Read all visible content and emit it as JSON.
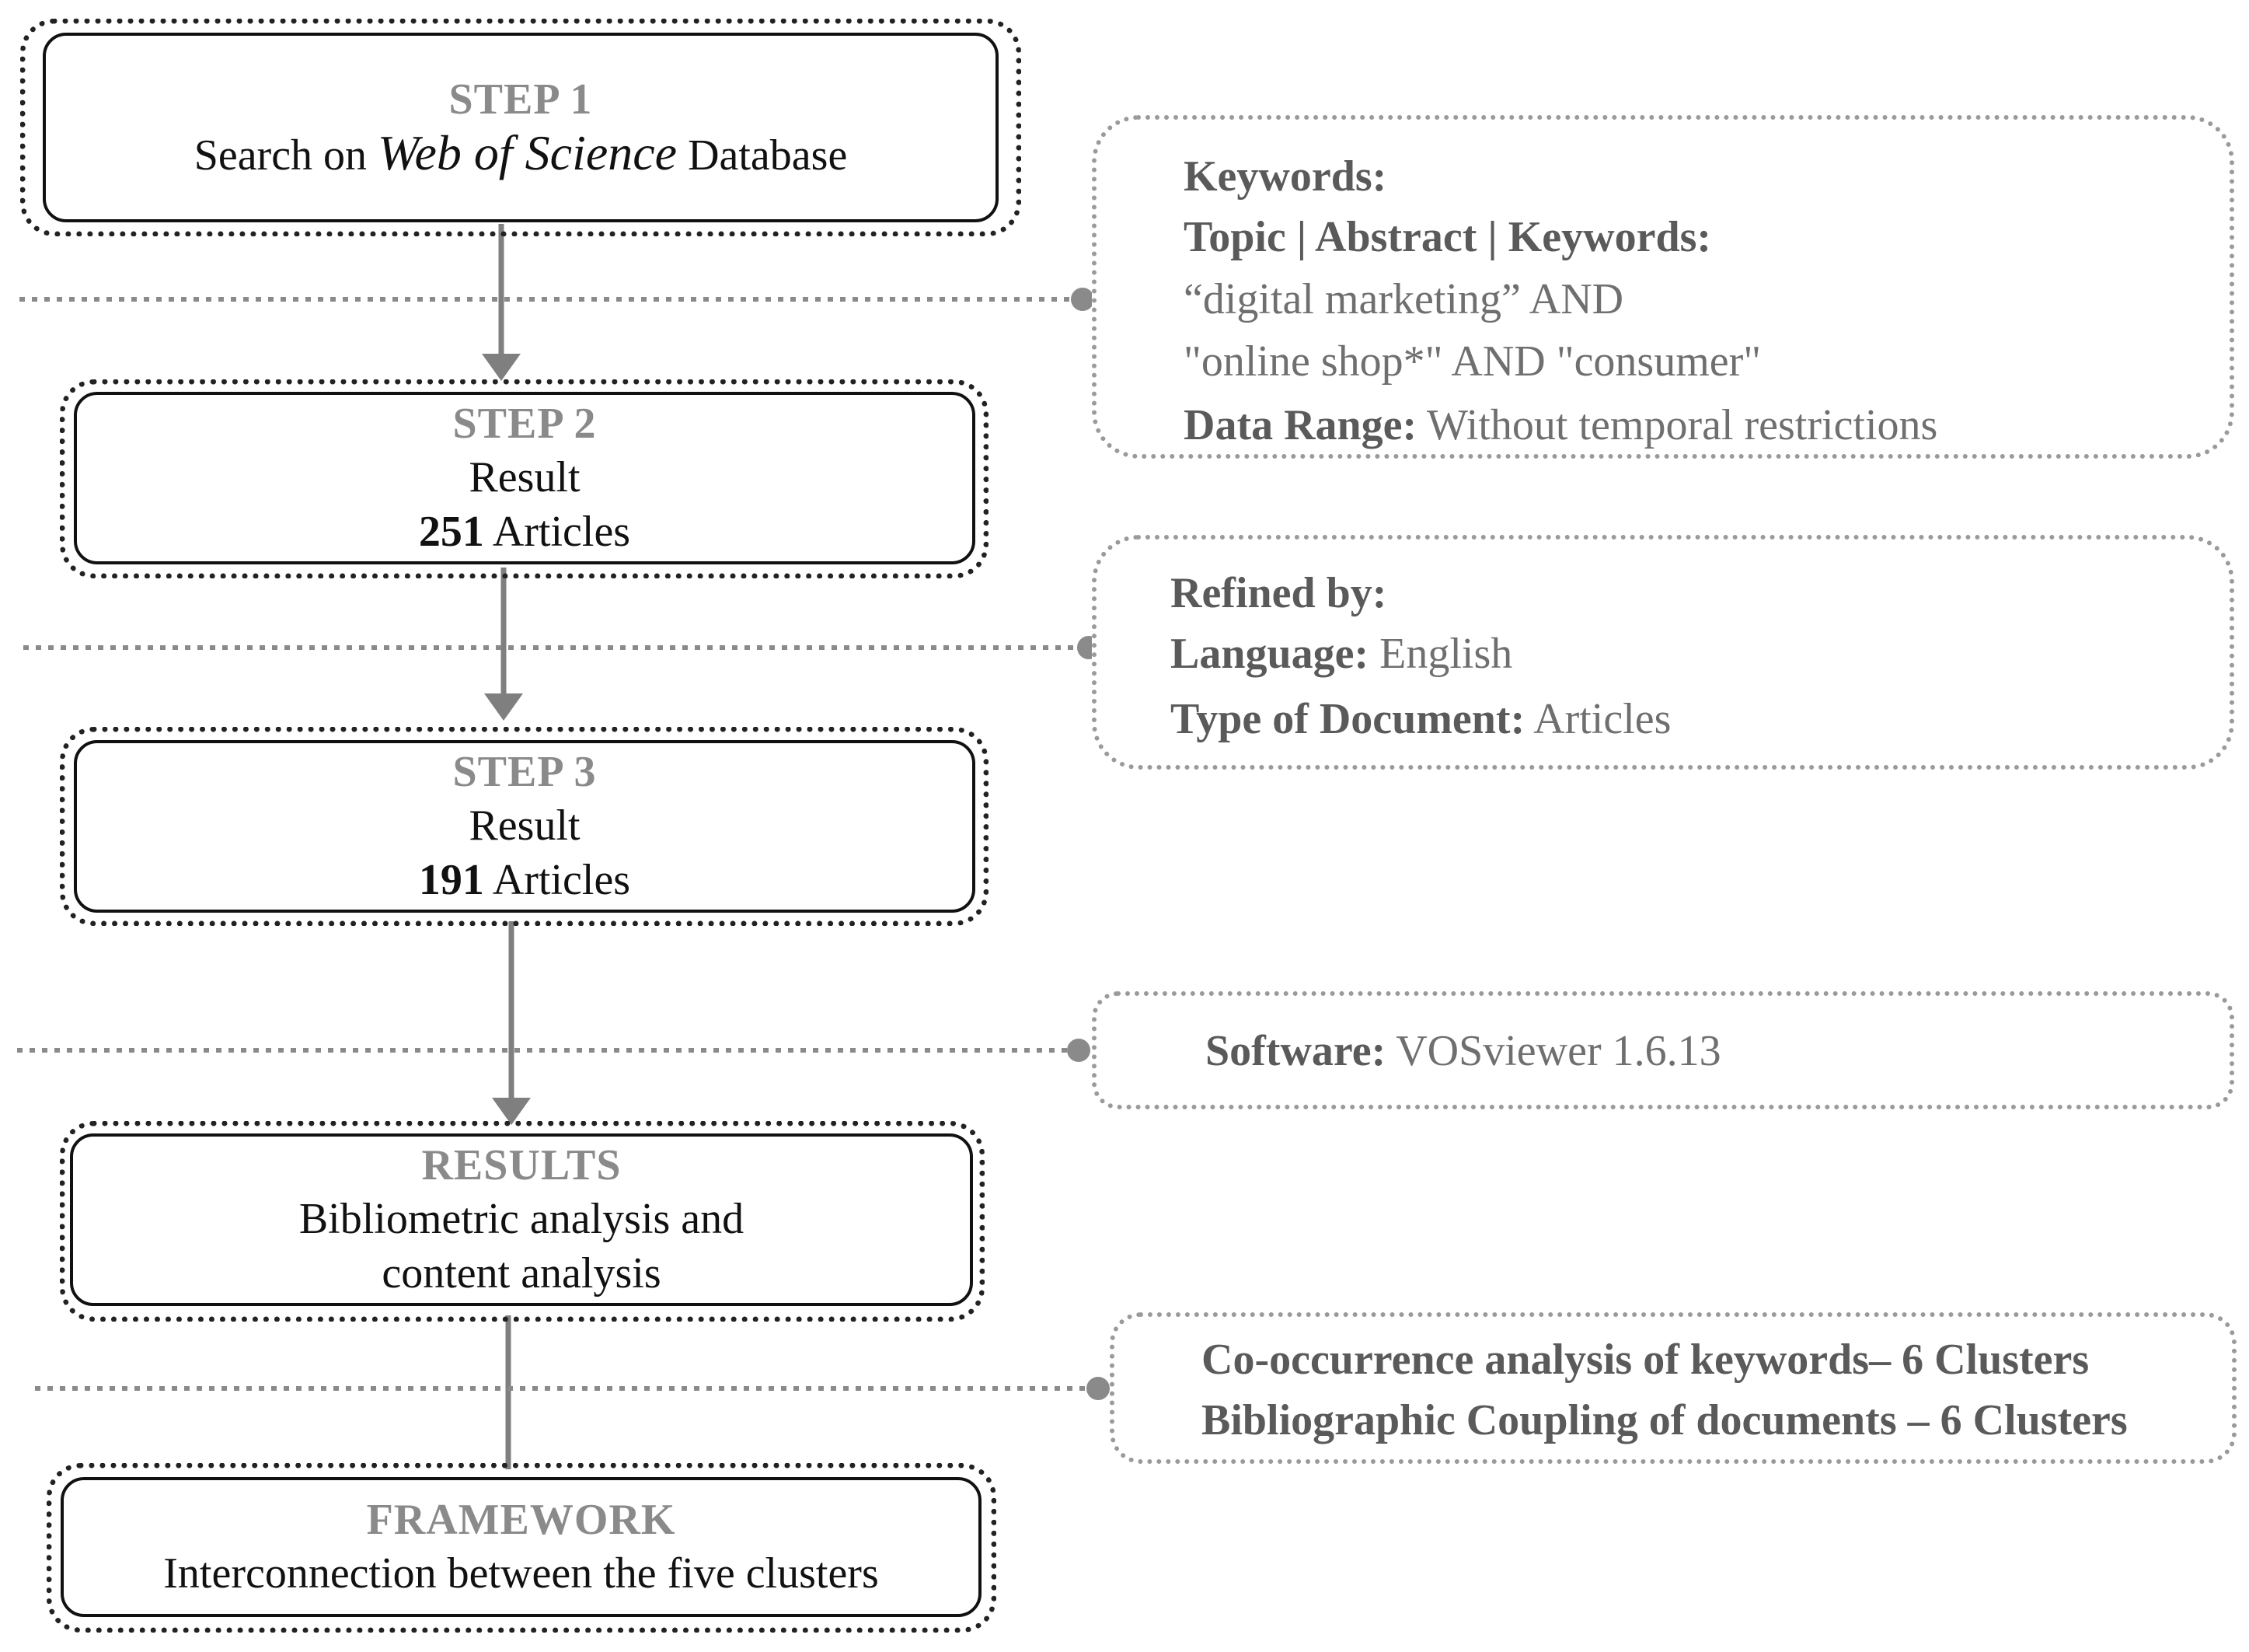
{
  "step1": {
    "title": "STEP 1",
    "line_pre": "Search on ",
    "line_italic": "Web of Science",
    "line_post": " Database"
  },
  "step2": {
    "title": "STEP 2",
    "line1": "Result",
    "count": "251",
    "count_suffix": " Articles"
  },
  "step3": {
    "title": "STEP 3",
    "line1": "Result",
    "count": "191",
    "count_suffix": " Articles"
  },
  "results": {
    "title": "RESULTS",
    "line1": "Bibliometric analysis and",
    "line2": "content analysis"
  },
  "framework": {
    "title": "FRAMEWORK",
    "line1": "Interconnection between the five clusters"
  },
  "info_keywords": {
    "heading": "Keywords:",
    "topic_label": "Topic | Abstract | Keywords:",
    "query_line1": "“digital marketing” AND",
    "query_line2": "\"online shop*\" AND \"consumer\"",
    "range_label": "Data Range:",
    "range_value": " Without temporal restrictions"
  },
  "info_refined": {
    "heading": "Refined by:",
    "language_label": "Language:",
    "language_value": " English",
    "doctype_label": "Type of Document:",
    "doctype_value": " Articles"
  },
  "info_software": {
    "label": "Software:",
    "value": " VOSviewer 1.6.13"
  },
  "info_clusters": {
    "line1": "Co-occurrence analysis of keywords– 6 Clusters",
    "line2": "Bibliographic Coupling of documents – 6 Clusters"
  },
  "colors": {
    "step_title": "#8a8a8a",
    "connector": "#7f7f7f",
    "info_text": "#6f6f6f",
    "info_border": "#9a9a9a"
  }
}
